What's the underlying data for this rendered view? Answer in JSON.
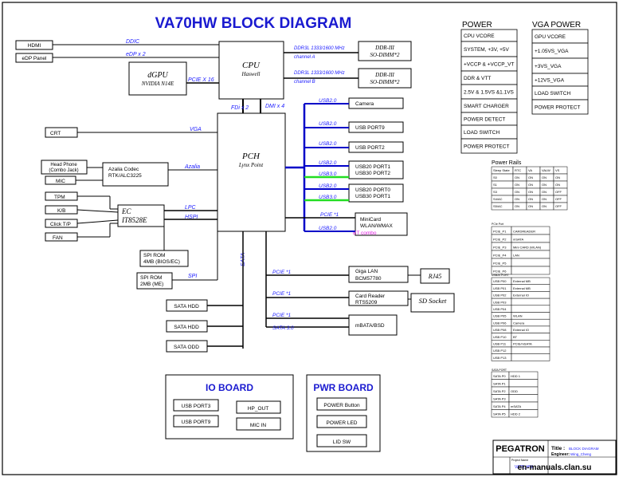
{
  "title": "VA70HW BLOCK DIAGRAM",
  "cpu": {
    "name": "CPU",
    "sub": "Haswell"
  },
  "pch": {
    "name": "PCH",
    "sub": "Lynx Point"
  },
  "left_ports": {
    "hdmi": "HDMI",
    "edp": "eDP Panel",
    "crt": "CRT",
    "headphone": [
      "Head Phone",
      "(Combo Jack)"
    ],
    "mic": "MIC",
    "tpm": "TPM",
    "kb": "K/B",
    "touchpad": "Click T/P",
    "fan": "FAN"
  },
  "dgpu": {
    "name": "dGPU",
    "sub": "NVIDIA N14E"
  },
  "audio": {
    "line1": "Azalia Codec",
    "line2": "RTK/ALC3225"
  },
  "ec": {
    "line1": "EC",
    "line2": "IT8528E"
  },
  "spi_rom_bios": [
    "SPI ROM",
    "4MB (BIOS/EC)"
  ],
  "spi_rom_me": [
    "SPI ROM",
    "2MB (ME)"
  ],
  "sata_devices": [
    "SATA HDD",
    "SATA HDD",
    "SATA ODD"
  ],
  "ddr": [
    {
      "label": [
        "DDR-III",
        "SO-DIMM*2"
      ],
      "bus": "DDR3L 1333/1600 MHz",
      "channel": "channel A"
    },
    {
      "label": [
        "DDR-III",
        "SO-DIMM*2"
      ],
      "bus": "DDR3L 1333/1600 MHz",
      "channel": "channel B"
    }
  ],
  "usb_devices": [
    {
      "label": [
        "Camera"
      ],
      "bus": "USB2.0"
    },
    {
      "label": [
        "USB PORT9"
      ],
      "bus": "USB2.0"
    },
    {
      "label": [
        "USB PORT2"
      ],
      "bus": "USB2.0"
    },
    {
      "label": [
        "USB20 PORT1",
        "USB30 PORT2"
      ],
      "bus": "USB2.0",
      "bus3": "USB3.0"
    },
    {
      "label": [
        "USB20 PORT0",
        "USB30 PORT1"
      ],
      "bus": "USB2.0",
      "bus3": "USB3.0"
    }
  ],
  "minicard": {
    "label": [
      "MiniCard",
      "WLAN/WMAX"
    ],
    "bus1": "PCIE *1",
    "bus2": "USB2.0",
    "bt": "BT combo"
  },
  "lan": {
    "label": [
      "Giga LAN",
      "BCM57780"
    ],
    "bus": "PCIE *1",
    "rj45": "RJ45"
  },
  "card_reader": {
    "label": [
      "Card Reader",
      "RTS5209"
    ],
    "bus": "PCIE *1",
    "sd": "SD Socket"
  },
  "msata": {
    "label": "mBATA/BSD",
    "bus1": "PCIE *1",
    "bus2": "SATA 3.0"
  },
  "buses": {
    "ddic": "DDIC",
    "edp": "eDP x 2",
    "pcie16": "PCIE X 16",
    "fdi": "FDi x 2",
    "dmi": "DMI x 4",
    "vga": "VGA",
    "azalia": "Azalia",
    "lpc": "LPC",
    "hspi": "HSPI",
    "spi": "SPI",
    "sata": "SATA"
  },
  "io_board": {
    "title": "IO BOARD",
    "items": [
      "USB PORT3",
      "HP_OUT",
      "USB PORT9",
      "MIC IN"
    ]
  },
  "pwr_board": {
    "title": "PWR BOARD",
    "items": [
      "POWER Button",
      "POWER LED",
      "LID SW"
    ]
  },
  "power": {
    "title": "POWER",
    "items": [
      "CPU VCORE",
      "SYSTEM, +3V, +5V",
      "+VCCP & +VCCP_VT",
      "DDR & VTT",
      "2.5V & 1.5VS &1.1VS",
      "SMART CHARGER",
      "POWER DETECT",
      "LOAD SWITCH",
      "POWER PROTECT"
    ]
  },
  "vga_power": {
    "title": "VGA POWER",
    "items": [
      "GPU VCORE",
      "+1.05VS_VGA",
      "+3VS_VGA",
      "+12VS_VGA",
      "LOAD SWITCH",
      "POWER PROTECT"
    ]
  },
  "power_rails": {
    "title": "Power Rails",
    "header": [
      "Sleep State",
      "RTC",
      "VA",
      "VALW",
      "VS"
    ],
    "rows": [
      [
        "S0",
        "ON",
        "ON",
        "ON",
        "ON"
      ],
      [
        "S1",
        "ON",
        "ON",
        "ON",
        "ON"
      ],
      [
        "S3",
        "ON",
        "ON",
        "ON",
        "OFF"
      ],
      [
        "S4/AC",
        "ON",
        "ON",
        "ON",
        "OFF"
      ],
      [
        "S5/AC",
        "ON",
        "ON",
        "ON",
        "OFF"
      ]
    ]
  },
  "pcie_port": {
    "title": "PCIe Port",
    "rows": [
      [
        "PCIE_P1",
        "CARDREADER"
      ],
      [
        "PCIE_P2",
        "mSATA"
      ],
      [
        "PCIE_P3",
        "Mini CARD (WLAN)"
      ],
      [
        "PCIE_P4",
        "LAN"
      ],
      [
        "PCIE_P5",
        ""
      ],
      [
        "PCIE_P6",
        ""
      ]
    ]
  },
  "usb20_port": {
    "title": "USB20 PORT",
    "rows": [
      [
        "USB P00",
        "External MB"
      ],
      [
        "USB P01",
        "External MB"
      ],
      [
        "USB P02",
        "External IO"
      ],
      [
        "USB P03",
        ""
      ],
      [
        "USB P04",
        ""
      ],
      [
        "USB P05",
        "WLAN"
      ],
      [
        "USB P06",
        "Camera"
      ],
      [
        "USB P08",
        "External IO"
      ],
      [
        "USB P10",
        "BT"
      ],
      [
        "USB P11",
        "PCIE/mSATA"
      ],
      [
        "USB P12",
        ""
      ],
      [
        "USB P13",
        ""
      ]
    ]
  },
  "sata_port": {
    "title": "SATA PORT",
    "rows": [
      [
        "SATA P0",
        "HDD 1"
      ],
      [
        "SATA P1",
        ""
      ],
      [
        "SATA P2",
        "ODD"
      ],
      [
        "SATA P3",
        ""
      ],
      [
        "SATA P4",
        "mSATA"
      ],
      [
        "SATA P5",
        "HDD 2"
      ]
    ]
  },
  "title_block": {
    "company": "PEGATRON",
    "title_label": "Title :",
    "title_value": "BLOCK DIAGRAM",
    "engineer_label": "Engineer:",
    "engineer_value": "Wing_Cheng",
    "project_label": "Project Name",
    "project_value": "VA70_HW",
    "watermark": "en-manuals.clan.su"
  }
}
